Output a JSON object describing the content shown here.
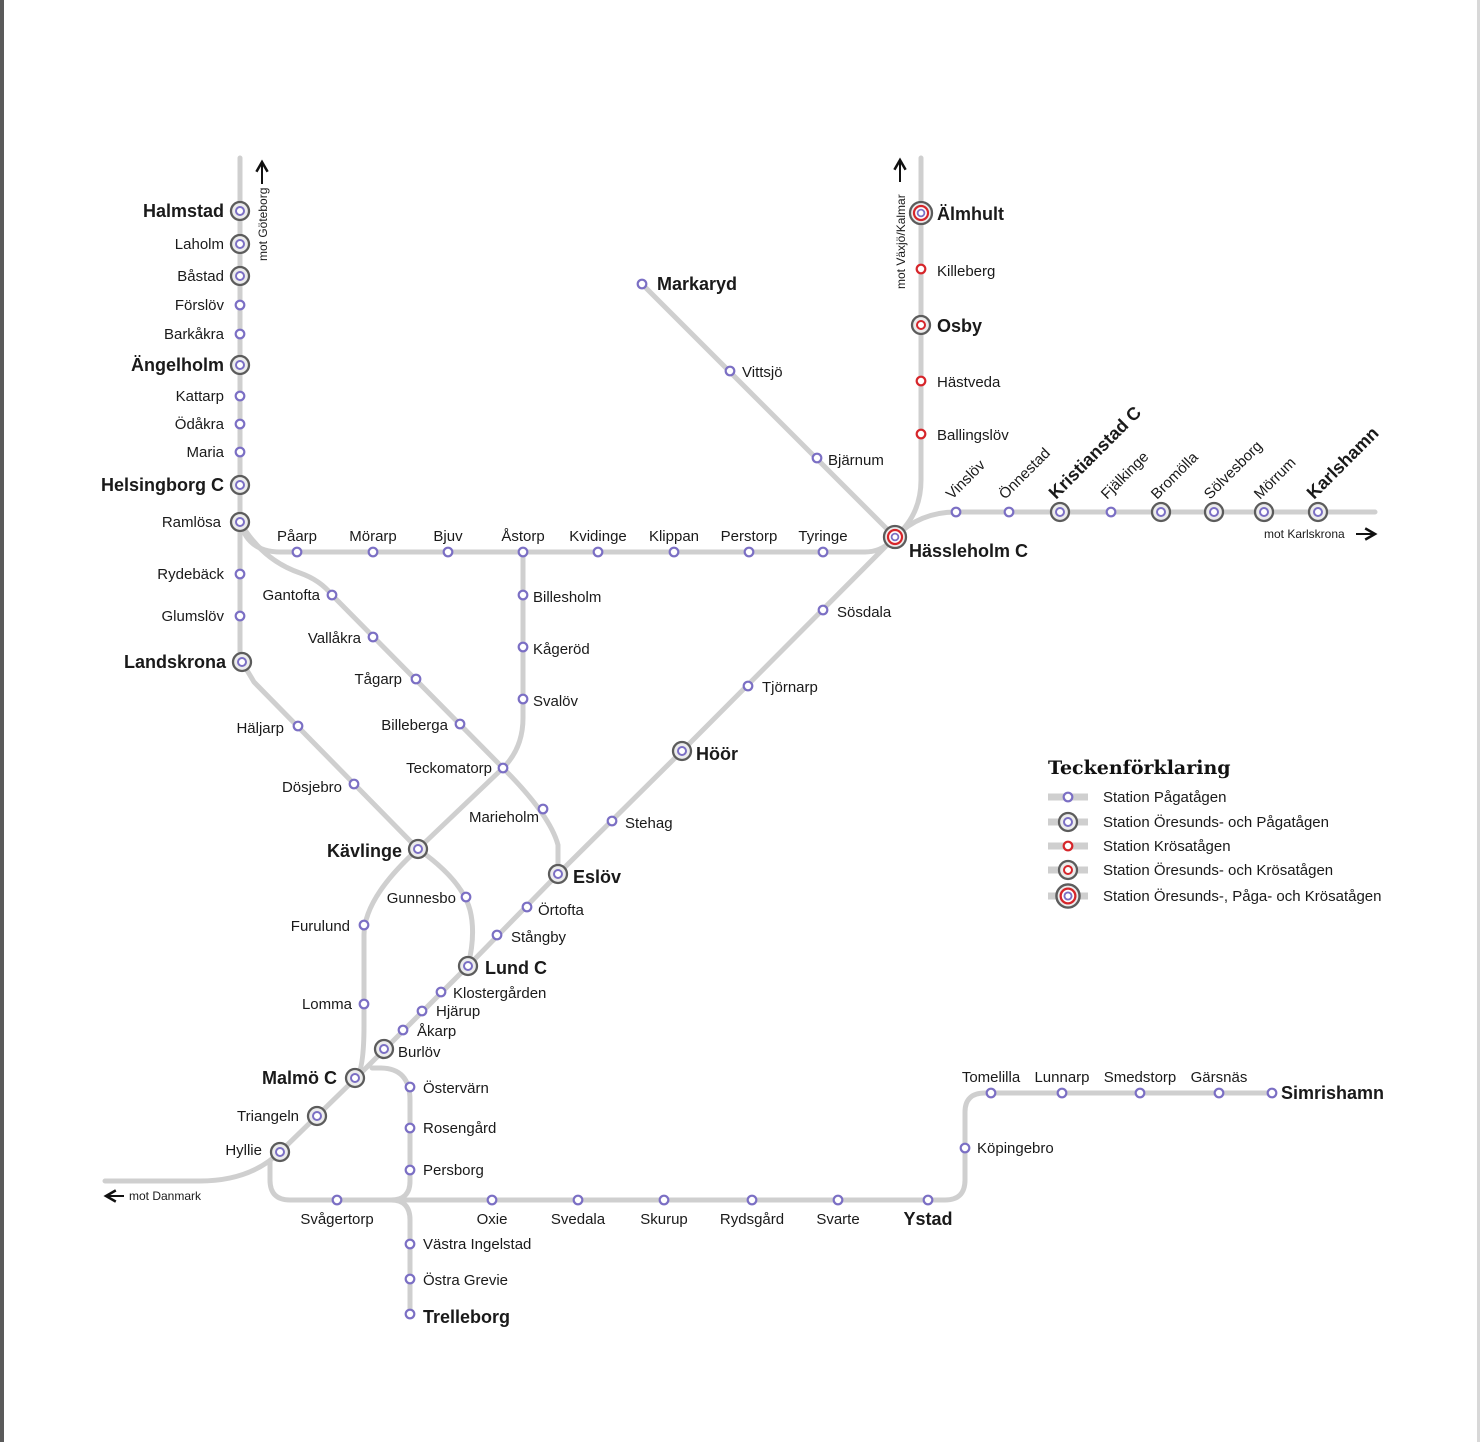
{
  "colors": {
    "track": "#cfcfcf",
    "paga": "#7b6fc4",
    "oresund_ring": "#5c5c5c",
    "krosa": "#d6262b"
  },
  "stations": [
    {
      "id": "halmstad",
      "name": "Halmstad",
      "type": "op",
      "major": true
    },
    {
      "id": "laholm",
      "name": "Laholm",
      "type": "op"
    },
    {
      "id": "bastad",
      "name": "Båstad",
      "type": "op"
    },
    {
      "id": "forslov",
      "name": "Förslöv",
      "type": "p"
    },
    {
      "id": "barkakra",
      "name": "Barkåkra",
      "type": "p"
    },
    {
      "id": "angelholm",
      "name": "Ängelholm",
      "type": "op",
      "major": true
    },
    {
      "id": "kattarp",
      "name": "Kattarp",
      "type": "p"
    },
    {
      "id": "odakra",
      "name": "Ödåkra",
      "type": "p"
    },
    {
      "id": "maria",
      "name": "Maria",
      "type": "p"
    },
    {
      "id": "helsingborg",
      "name": "Helsingborg C",
      "type": "op",
      "major": true
    },
    {
      "id": "ramlosa",
      "name": "Ramlösa",
      "type": "op"
    },
    {
      "id": "rydeback",
      "name": "Rydebäck",
      "type": "p"
    },
    {
      "id": "glumslov",
      "name": "Glumslöv",
      "type": "p"
    },
    {
      "id": "landskrona",
      "name": "Landskrona",
      "type": "op",
      "major": true
    },
    {
      "id": "haljarp",
      "name": "Häljarp",
      "type": "p"
    },
    {
      "id": "dosjebro",
      "name": "Dösjebro",
      "type": "p"
    },
    {
      "id": "kavlinge",
      "name": "Kävlinge",
      "type": "op",
      "major": true
    },
    {
      "id": "furulund",
      "name": "Furulund",
      "type": "p"
    },
    {
      "id": "lomma",
      "name": "Lomma",
      "type": "p"
    },
    {
      "id": "malmo",
      "name": "Malmö C",
      "type": "op",
      "major": true
    },
    {
      "id": "triangeln",
      "name": "Triangeln",
      "type": "op"
    },
    {
      "id": "hyllie",
      "name": "Hyllie",
      "type": "op"
    },
    {
      "id": "svagertorp",
      "name": "Svågertorp",
      "type": "p"
    },
    {
      "id": "ostervarn",
      "name": "Östervärn",
      "type": "p"
    },
    {
      "id": "rosengard",
      "name": "Rosengård",
      "type": "p"
    },
    {
      "id": "persborg",
      "name": "Persborg",
      "type": "p"
    },
    {
      "id": "vastraingelstad",
      "name": "Västra Ingelstad",
      "type": "p"
    },
    {
      "id": "ostragrevie",
      "name": "Östra Grevie",
      "type": "p"
    },
    {
      "id": "trelleborg",
      "name": "Trelleborg",
      "type": "p",
      "major": true
    },
    {
      "id": "oxie",
      "name": "Oxie",
      "type": "p"
    },
    {
      "id": "svedala",
      "name": "Svedala",
      "type": "p"
    },
    {
      "id": "skurup",
      "name": "Skurup",
      "type": "p"
    },
    {
      "id": "rydsgard",
      "name": "Rydsgård",
      "type": "p"
    },
    {
      "id": "svarte",
      "name": "Svarte",
      "type": "p"
    },
    {
      "id": "ystad",
      "name": "Ystad",
      "type": "p",
      "major": true
    },
    {
      "id": "kopingebro",
      "name": "Köpingebro",
      "type": "p"
    },
    {
      "id": "tomelilla",
      "name": "Tomelilla",
      "type": "p"
    },
    {
      "id": "lunnarp",
      "name": "Lunnarp",
      "type": "p"
    },
    {
      "id": "smedstorp",
      "name": "Smedstorp",
      "type": "p"
    },
    {
      "id": "garsnas",
      "name": "Gärsnäs",
      "type": "p"
    },
    {
      "id": "simrishamn",
      "name": "Simrishamn",
      "type": "p",
      "major": true
    },
    {
      "id": "burlov",
      "name": "Burlöv",
      "type": "op"
    },
    {
      "id": "akarp",
      "name": "Åkarp",
      "type": "p"
    },
    {
      "id": "hjarup",
      "name": "Hjärup",
      "type": "p"
    },
    {
      "id": "klostergarden",
      "name": "Klostergården",
      "type": "p"
    },
    {
      "id": "lund",
      "name": "Lund C",
      "type": "op",
      "major": true
    },
    {
      "id": "gunnesbo",
      "name": "Gunnesbo",
      "type": "p"
    },
    {
      "id": "stangby",
      "name": "Stångby",
      "type": "p"
    },
    {
      "id": "ortofta",
      "name": "Örtofta",
      "type": "p"
    },
    {
      "id": "eslov",
      "name": "Eslöv",
      "type": "op",
      "major": true
    },
    {
      "id": "stehag",
      "name": "Stehag",
      "type": "p"
    },
    {
      "id": "hoor",
      "name": "Höör",
      "type": "op",
      "major": true
    },
    {
      "id": "tjornarp",
      "name": "Tjörnarp",
      "type": "p"
    },
    {
      "id": "sosdala",
      "name": "Sösdala",
      "type": "p"
    },
    {
      "id": "hassleholm",
      "name": "Hässleholm C",
      "type": "opk",
      "major": true
    },
    {
      "id": "gantofta",
      "name": "Gantofta",
      "type": "p"
    },
    {
      "id": "vallakra",
      "name": "Vallåkra",
      "type": "p"
    },
    {
      "id": "tagarp",
      "name": "Tågarp",
      "type": "p"
    },
    {
      "id": "billeberga",
      "name": "Billeberga",
      "type": "p"
    },
    {
      "id": "teckomatorp",
      "name": "Teckomatorp",
      "type": "p"
    },
    {
      "id": "marieholm",
      "name": "Marieholm",
      "type": "p"
    },
    {
      "id": "paarp",
      "name": "Påarp",
      "type": "p"
    },
    {
      "id": "morarp",
      "name": "Mörarp",
      "type": "p"
    },
    {
      "id": "bjuv",
      "name": "Bjuv",
      "type": "p"
    },
    {
      "id": "astorp",
      "name": "Åstorp",
      "type": "p"
    },
    {
      "id": "kvidinge",
      "name": "Kvidinge",
      "type": "p"
    },
    {
      "id": "klippan",
      "name": "Klippan",
      "type": "p"
    },
    {
      "id": "perstorp",
      "name": "Perstorp",
      "type": "p"
    },
    {
      "id": "tyringe",
      "name": "Tyringe",
      "type": "p"
    },
    {
      "id": "billesholm",
      "name": "Billesholm",
      "type": "p"
    },
    {
      "id": "kagerod",
      "name": "Kågeröd",
      "type": "p"
    },
    {
      "id": "svalov",
      "name": "Svalöv",
      "type": "p"
    },
    {
      "id": "markaryd",
      "name": "Markaryd",
      "type": "p",
      "major": true
    },
    {
      "id": "vittsjo",
      "name": "Vittsjö",
      "type": "p"
    },
    {
      "id": "bjarnum",
      "name": "Bjärnum",
      "type": "p"
    },
    {
      "id": "almhult",
      "name": "Älmhult",
      "type": "opk",
      "major": true
    },
    {
      "id": "killeberg",
      "name": "Killeberg",
      "type": "k"
    },
    {
      "id": "osby",
      "name": "Osby",
      "type": "ok",
      "major": true
    },
    {
      "id": "hastveda",
      "name": "Hästveda",
      "type": "k"
    },
    {
      "id": "ballingslov",
      "name": "Ballingslöv",
      "type": "k"
    },
    {
      "id": "vinslov",
      "name": "Vinslöv",
      "type": "p"
    },
    {
      "id": "onnestad",
      "name": "Önnestad",
      "type": "p"
    },
    {
      "id": "kristianstad",
      "name": "Kristianstad C",
      "type": "op",
      "major": true
    },
    {
      "id": "fjalkinge",
      "name": "Fjälkinge",
      "type": "p"
    },
    {
      "id": "bromolla",
      "name": "Bromölla",
      "type": "op"
    },
    {
      "id": "solvesborg",
      "name": "Sölvesborg",
      "type": "op"
    },
    {
      "id": "morrum",
      "name": "Mörrum",
      "type": "op"
    },
    {
      "id": "karlshamn",
      "name": "Karlshamn",
      "type": "op",
      "major": true
    }
  ],
  "directions": {
    "goteborg": "mot Göteborg",
    "vaxjo": "mot Växjö/Kalmar",
    "karlskrona": "mot Karlskrona",
    "danmark": "mot Danmark"
  },
  "legend": {
    "title": "Teckenförklaring",
    "items": [
      {
        "type": "p",
        "label": "Station Pågatågen"
      },
      {
        "type": "op",
        "label": "Station Öresunds- och Pågatågen"
      },
      {
        "type": "k",
        "label": "Station Krösatågen"
      },
      {
        "type": "ok",
        "label": "Station Öresunds- och Krösatågen"
      },
      {
        "type": "opk",
        "label": "Station Öresunds-, Påga- och Krösatågen"
      }
    ]
  }
}
